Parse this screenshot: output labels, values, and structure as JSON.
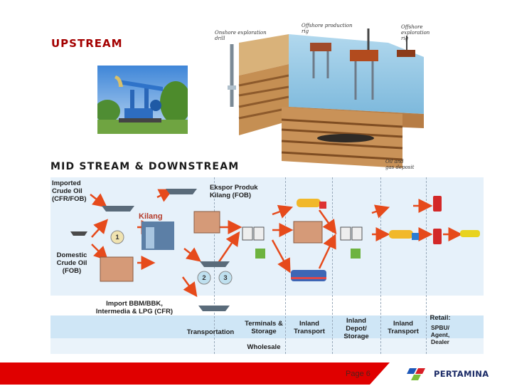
{
  "headings": {
    "upstream": "UPSTREAM",
    "midstream": "MID STREAM & DOWNSTREAM"
  },
  "upstream_art": {
    "onshore": [
      "Onshore exploration",
      "drill"
    ],
    "offshore_production": [
      "Offshore production",
      "rig"
    ],
    "offshore_exploration": [
      "Offshore",
      "exploration",
      "rig"
    ],
    "deposit": [
      "Oil and",
      "gas deposit"
    ]
  },
  "flow": {
    "imported_crude": [
      "Imported",
      "Crude Oil",
      "(CFR/FOB)"
    ],
    "ekspor": [
      "Ekspor Produk",
      "Kilang (FOB)"
    ],
    "kilang": "Kilang",
    "domestic": [
      "Domestic",
      "Crude Oil",
      "(FOB)"
    ],
    "import_bbm": [
      "Import BBM/BBK,",
      "Intermedia & LPG (CFR)"
    ],
    "badge_1": "1",
    "badge_2": "2",
    "badge_3": "3",
    "transportation": "Transportation",
    "terminals": [
      "Terminals &",
      "Storage"
    ],
    "inland_transport_1": [
      "Inland",
      "Transport"
    ],
    "inland_depot": [
      "Inland",
      "Depot/",
      "Storage"
    ],
    "inland_transport_2": [
      "Inland",
      "Transport"
    ],
    "retail_title": "Retail:",
    "retail_detail": [
      "SPBU/",
      "Agent,",
      "Dealer"
    ],
    "wholesale": "Wholesale"
  },
  "footer": {
    "page": "Page 6",
    "brand": "PERTAMINA"
  },
  "colors": {
    "heading_red": "#a40000",
    "footer_red": "#e00000",
    "arrow_red": "#e64a1b",
    "flow_bg": "#eef5fb",
    "brand_blue": "#1a2a66"
  }
}
